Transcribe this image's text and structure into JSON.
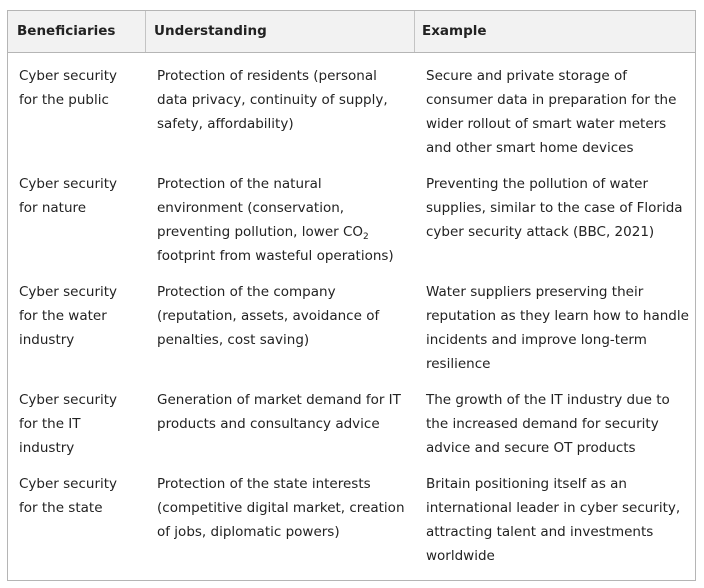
{
  "table": {
    "headers": [
      "Beneficiaries",
      "Understanding",
      "Example"
    ],
    "rows": [
      {
        "beneficiary": [
          "Cyber security",
          "for the public"
        ],
        "understanding": [
          "Protection of residents (personal",
          "data privacy, continuity of supply,",
          "safety, affordability)"
        ],
        "example": [
          "Secure and private storage of",
          "consumer data in preparation for the",
          "wider rollout of smart water meters",
          "and other smart home devices"
        ]
      },
      {
        "beneficiary": [
          "Cyber security",
          "for nature"
        ],
        "understanding": [
          "Protection of the natural",
          "environment (conservation,",
          "preventing pollution, lower CO",
          "footprint from wasteful operations)"
        ],
        "understanding_subscript": "2",
        "example": [
          "Preventing the pollution of water",
          "supplies, similar to the case of Florida",
          "cyber security attack (BBC, 2021)"
        ]
      },
      {
        "beneficiary": [
          "Cyber security",
          "for the water",
          "industry"
        ],
        "understanding": [
          "Protection of the company",
          "(reputation, assets, avoidance of",
          "penalties, cost saving)"
        ],
        "example": [
          "Water suppliers preserving their",
          "reputation as they learn how to handle",
          "incidents and improve long-term",
          "resilience"
        ]
      },
      {
        "beneficiary": [
          "Cyber security",
          "for the IT",
          "industry"
        ],
        "understanding": [
          "Generation of market demand for IT",
          "products and consultancy advice"
        ],
        "example": [
          "The growth of the IT industry due to",
          "the increased demand for security",
          "advice and secure OT products"
        ]
      },
      {
        "beneficiary": [
          "Cyber security",
          "for the state"
        ],
        "understanding": [
          "Protection of the state interests",
          "(competitive digital market, creation",
          "of jobs, diplomatic powers)"
        ],
        "example": [
          "Britain positioning itself as an",
          "international leader in cyber security,",
          "attracting talent and investments",
          "worldwide"
        ]
      }
    ]
  }
}
